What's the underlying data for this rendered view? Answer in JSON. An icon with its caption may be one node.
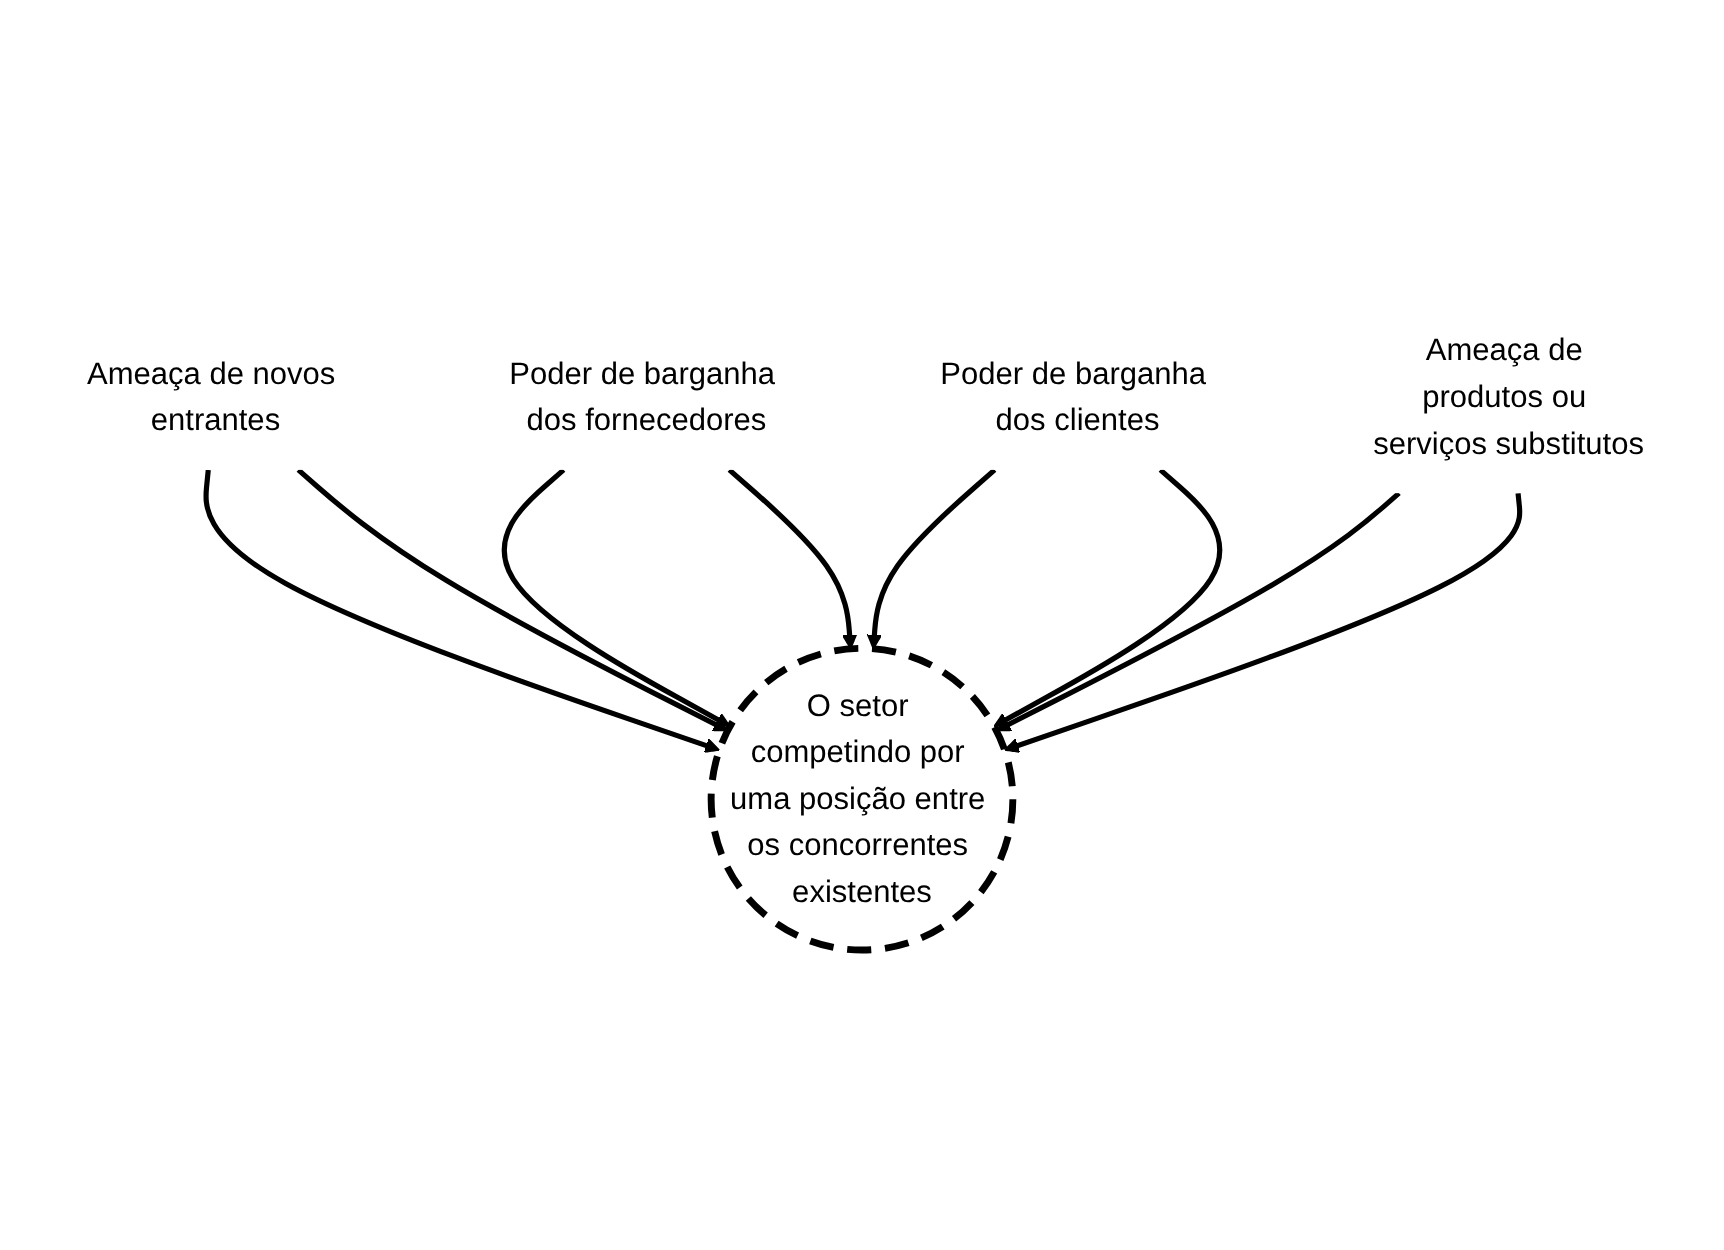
{
  "diagram": {
    "nodes": [
      {
        "text": [
          "Ameaça de novos entrantes"
        ]
      },
      {
        "text": [
          "Poder de barganha dos fornecedores"
        ]
      },
      {
        "text": [
          "O setor competindo por uma posição entre os concorrentes existentes"
        ]
      },
      {
        "text": [
          "Poder de barganha dos clientes"
        ]
      },
      {
        "text": [
          "Ameaça de produtos ou serviços substitutos"
        ]
      }
    ],
    "edges": [
      {
        "from": 0,
        "to": 2,
        "arrow": "to"
      },
      {
        "from": 0,
        "to": 2,
        "arrow": "to"
      },
      {
        "from": 1,
        "to": 2,
        "arrow": "to"
      },
      {
        "from": 1,
        "to": 2,
        "arrow": "to"
      },
      {
        "from": 3,
        "to": 2,
        "arrow": "to"
      },
      {
        "from": 3,
        "to": 2,
        "arrow": "to"
      },
      {
        "from": 4,
        "to": 2,
        "arrow": "to"
      },
      {
        "from": 4,
        "to": 2,
        "arrow": "to"
      }
    ]
  }
}
